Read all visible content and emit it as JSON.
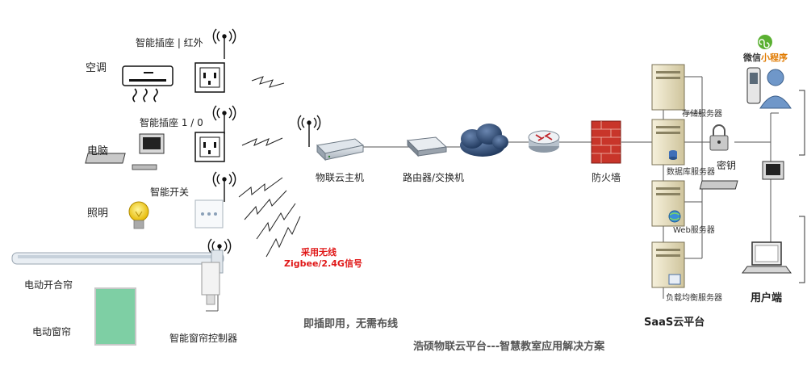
{
  "devices": {
    "ac": "空调",
    "pc": "电脑",
    "light": "照明",
    "projector_screen": "电动开合帘",
    "curtain": "电动窗帘"
  },
  "controls": {
    "ir_socket": "智能插座 | 红外",
    "socket": "智能插座 1 / 0",
    "switch": "智能开关",
    "curtain_controller": "智能窗帘控制器"
  },
  "network": {
    "host": "物联云主机",
    "router": "路由器/交换机",
    "firewall": "防火墙"
  },
  "wireless": {
    "line1": "采用无线",
    "line2": "Zigbee/2.4G信号",
    "color": "#e01818"
  },
  "servers": {
    "storage": "存储服务器",
    "database": "数据库服务器",
    "web": "Web服务器",
    "load_balancer": "负载均衡服务器",
    "key": "密钥"
  },
  "client": {
    "wechat_prefix": "微信",
    "wechat_suffix": "小程序",
    "wechat_suffix_color": "#e07a00",
    "wechat_color": "#5ab031",
    "user_end": "用户端"
  },
  "captions": {
    "plug_and_play": "即插即用，无需布线",
    "saas": "SaaS云平台",
    "solution": "浩硕物联云平台---智慧教室应用解决方案"
  }
}
